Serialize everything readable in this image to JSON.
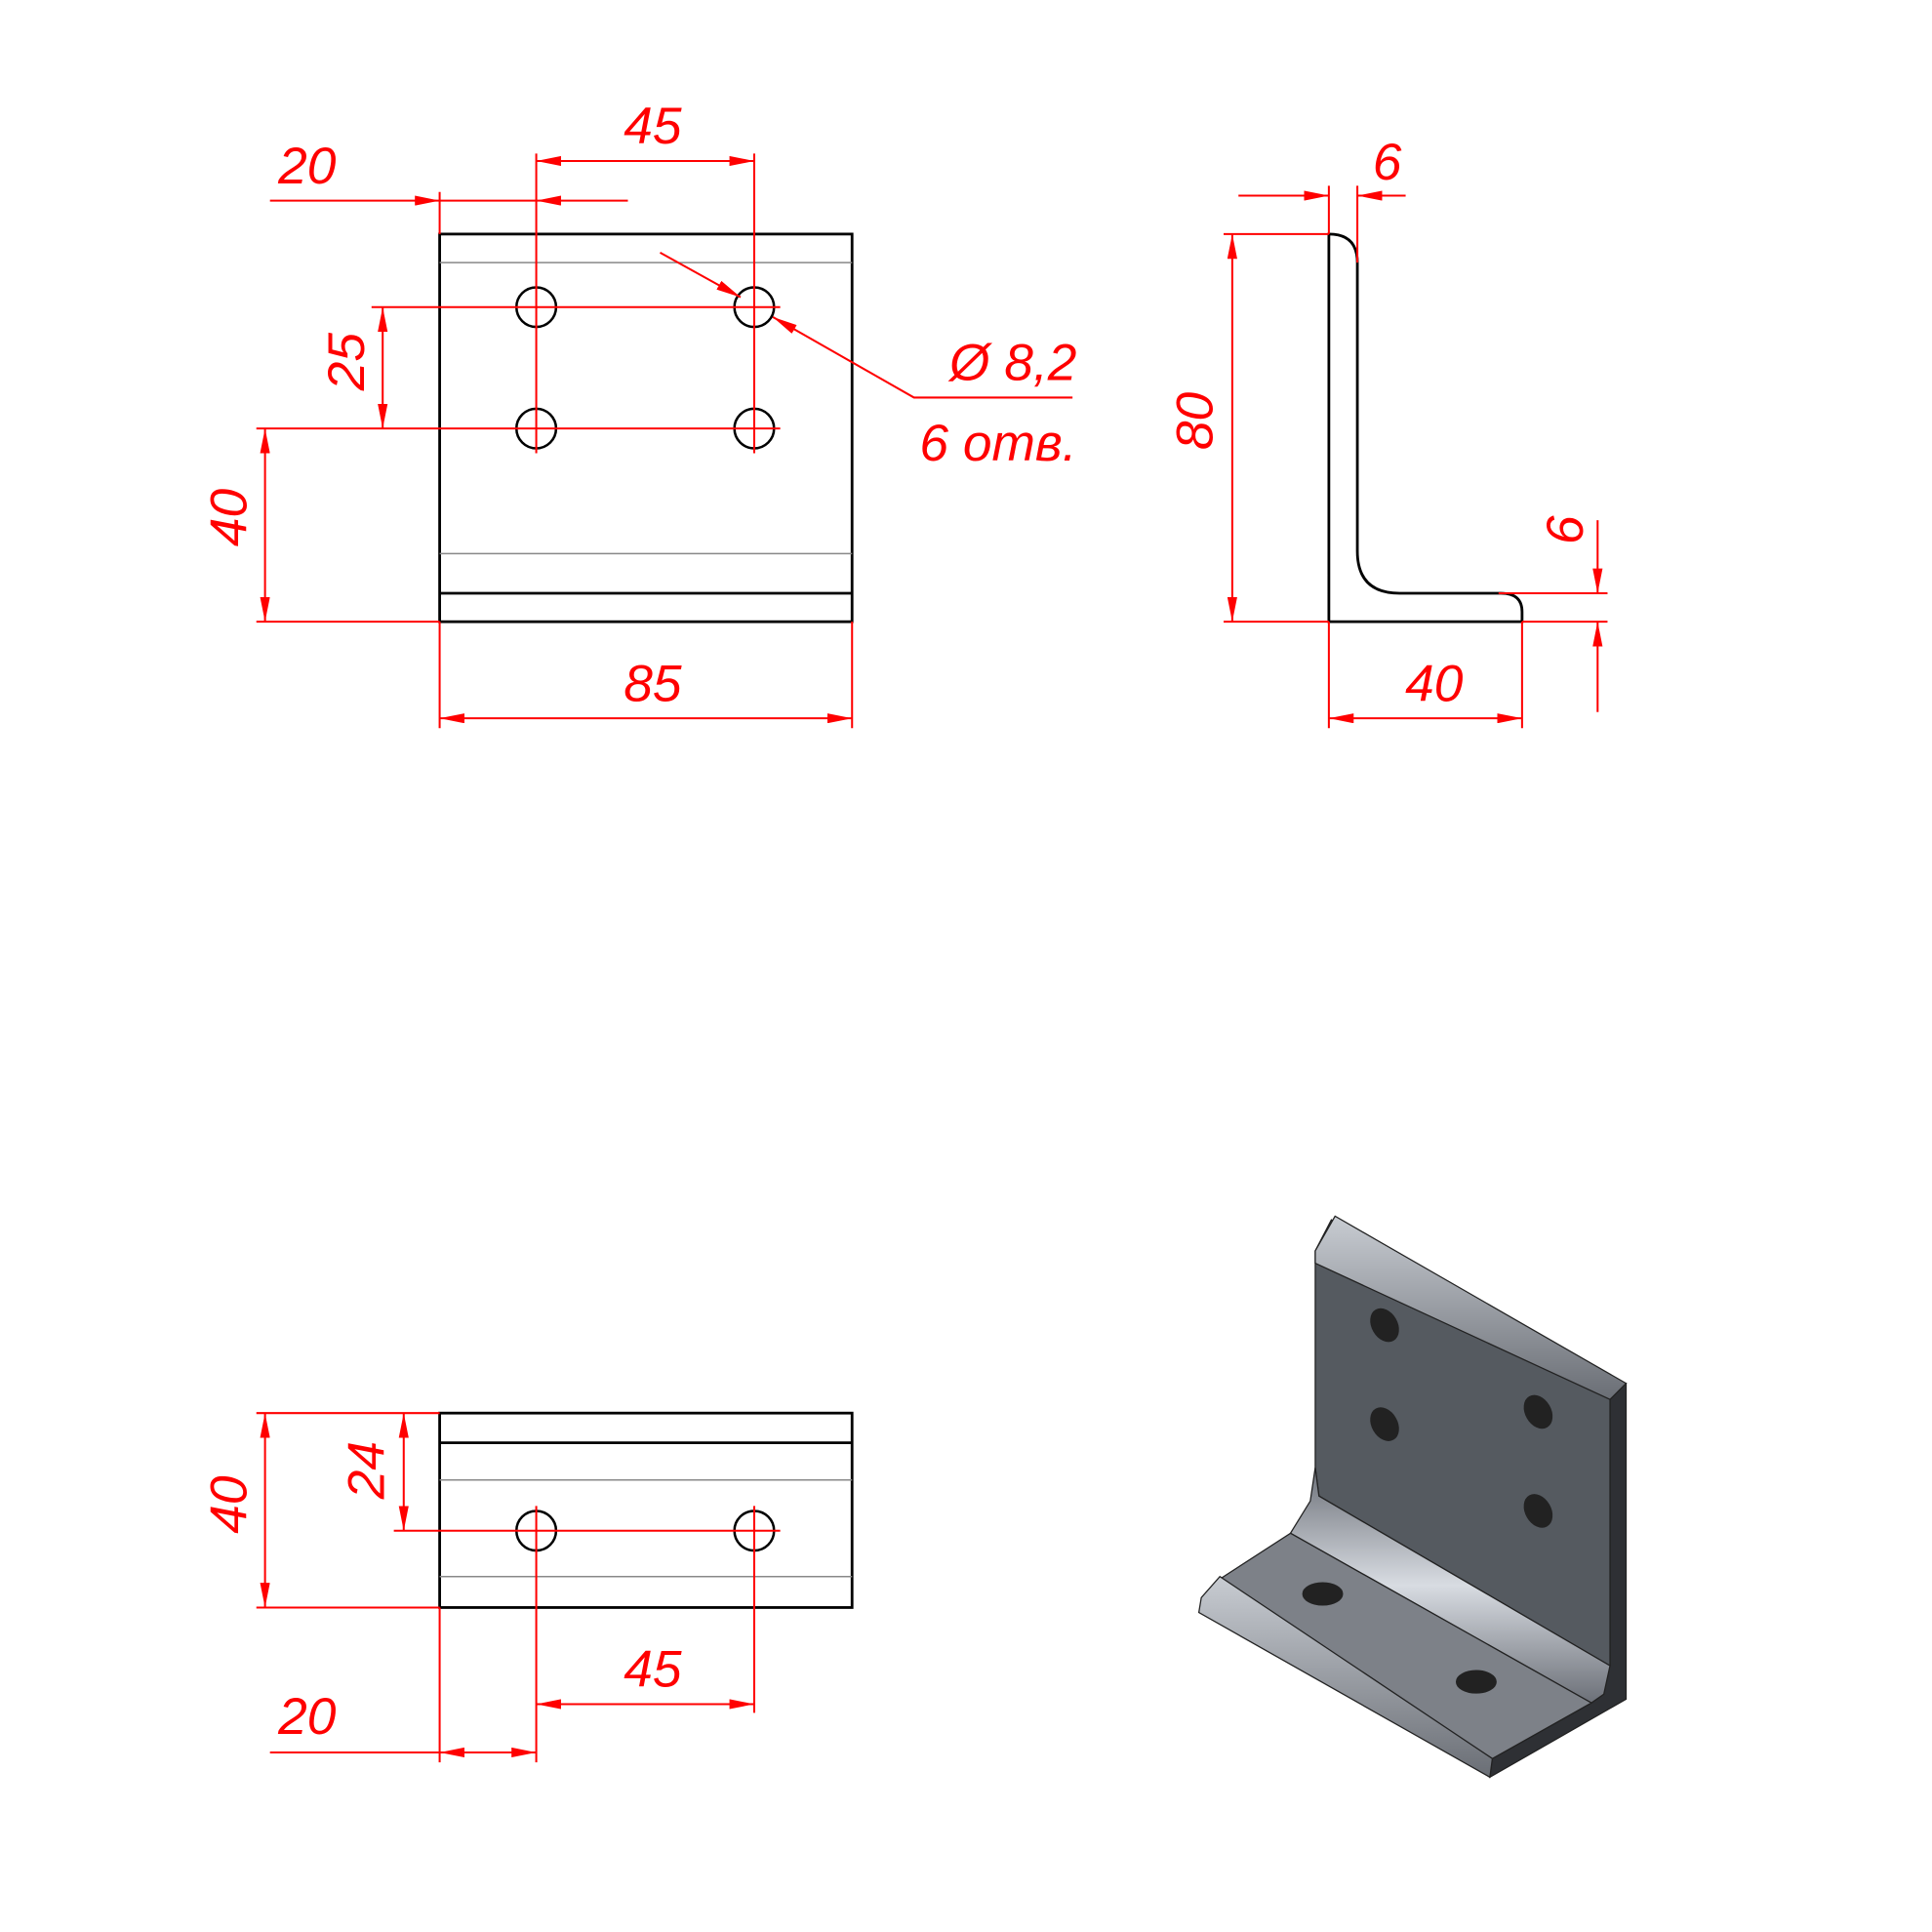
{
  "front_view": {
    "width": "85",
    "hole_spacing_x": "45",
    "edge_to_hole_x": "20",
    "hole_spacing_y": "25",
    "height_to_holes": "40",
    "hole_callout": {
      "diameter": "Ø 8,2",
      "count": "6 отв."
    }
  },
  "side_view": {
    "thickness_top": "6",
    "height": "80",
    "thickness_base": "6",
    "base_length": "40"
  },
  "top_view": {
    "depth": "40",
    "edge_to_hole_y": "24",
    "hole_spacing_x": "45",
    "edge_to_hole_x": "20"
  },
  "colors": {
    "dimension": "#ff0000",
    "outline": "#000000",
    "part_dark": "#555a60",
    "part_light": "#8a8e95"
  }
}
